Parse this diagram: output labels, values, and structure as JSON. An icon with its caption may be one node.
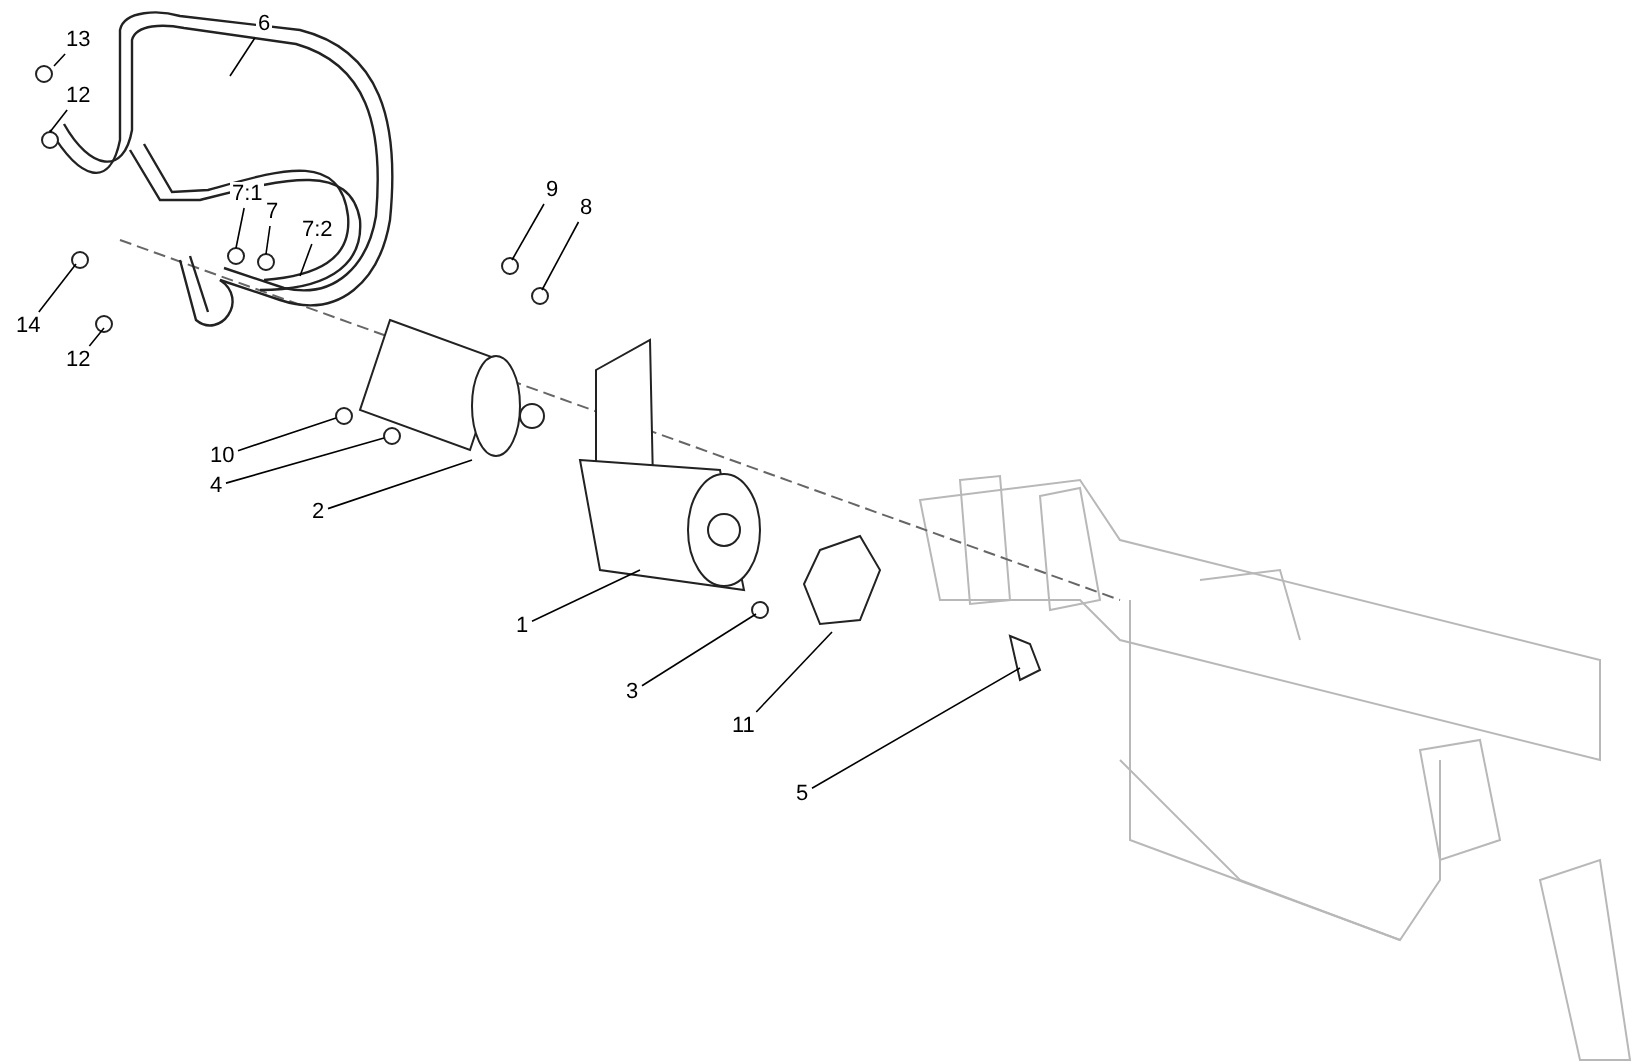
{
  "diagram": {
    "nodes": [
      {
        "text": [
          "13"
        ]
      },
      {
        "text": [
          "12"
        ]
      },
      {
        "text": [
          "6"
        ]
      },
      {
        "text": [
          "7:1"
        ]
      },
      {
        "text": [
          "7"
        ]
      },
      {
        "text": [
          "7:2"
        ]
      },
      {
        "text": [
          "9"
        ]
      },
      {
        "text": [
          "8"
        ]
      },
      {
        "text": [
          "14"
        ]
      },
      {
        "text": [
          "12"
        ]
      },
      {
        "text": [
          "10"
        ]
      },
      {
        "text": [
          "4"
        ]
      },
      {
        "text": [
          "2"
        ]
      },
      {
        "text": [
          "1"
        ]
      },
      {
        "text": [
          "3"
        ]
      },
      {
        "text": [
          "11"
        ]
      },
      {
        "text": [
          "5"
        ]
      }
    ],
    "edges": [
      {
        "from": 0,
        "to": null,
        "arrow": "none"
      },
      {
        "from": 1,
        "to": null,
        "arrow": "none"
      },
      {
        "from": 2,
        "to": null,
        "arrow": "none"
      },
      {
        "from": 3,
        "to": null,
        "arrow": "none"
      },
      {
        "from": 4,
        "to": null,
        "arrow": "none"
      },
      {
        "from": 5,
        "to": null,
        "arrow": "none"
      },
      {
        "from": 6,
        "to": null,
        "arrow": "none"
      },
      {
        "from": 7,
        "to": null,
        "arrow": "none"
      },
      {
        "from": 8,
        "to": null,
        "arrow": "none"
      },
      {
        "from": 9,
        "to": null,
        "arrow": "none"
      },
      {
        "from": 10,
        "to": null,
        "arrow": "none"
      },
      {
        "from": 11,
        "to": null,
        "arrow": "none"
      },
      {
        "from": 12,
        "to": null,
        "arrow": "none"
      },
      {
        "from": 13,
        "to": null,
        "arrow": "none"
      },
      {
        "from": 14,
        "to": null,
        "arrow": "none"
      },
      {
        "from": 15,
        "to": null,
        "arrow": "none"
      },
      {
        "from": 16,
        "to": null,
        "arrow": "none"
      }
    ]
  }
}
